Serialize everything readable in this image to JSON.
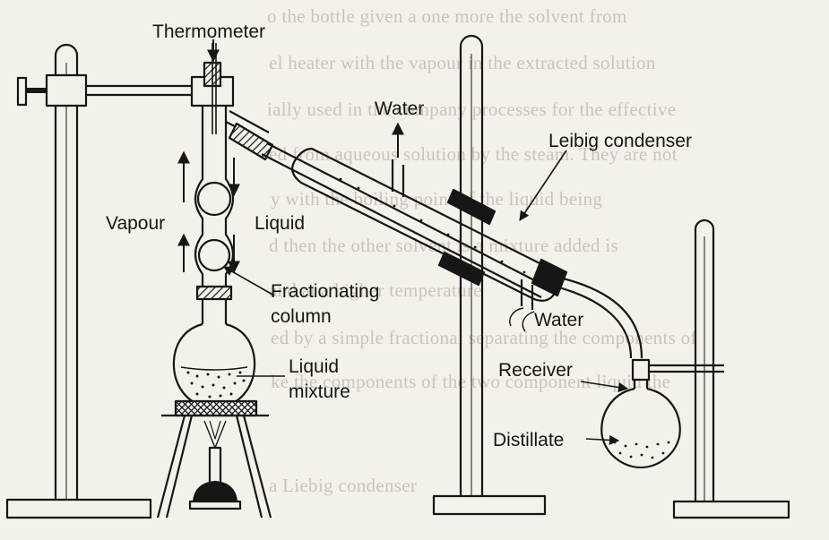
{
  "labels": {
    "thermometer": "Thermometer",
    "water_out": "Water",
    "condenser": "Leibig condenser",
    "vapour": "Vapour",
    "liquid": "Liquid",
    "fractionating_line1": "Fractionating",
    "fractionating_line2": "column",
    "water_in": "Water",
    "liquid_mixture_line1": "Liquid",
    "liquid_mixture_line2": "mixture",
    "receiver": "Receiver",
    "distillate": "Distillate"
  },
  "background_text": [
    "o the bottle given a one more the solvent from",
    "el heater with the vapour in the extracted solution",
    "ially used in the company processes for the effective",
    "ed from aqueous solution by the steam. They are not",
    "y with the boiling point of the liquid being",
    "d then the other solvent is a mixture added is",
    "and at a higher temperature",
    "ed by a simple fractional separating the components of",
    "ke the components of the two component liquid the",
    "a Liebig condenser"
  ],
  "colors": {
    "ink": "#161616",
    "paper": "#f4f1ea",
    "ghost_text": "#c9c4bb"
  }
}
